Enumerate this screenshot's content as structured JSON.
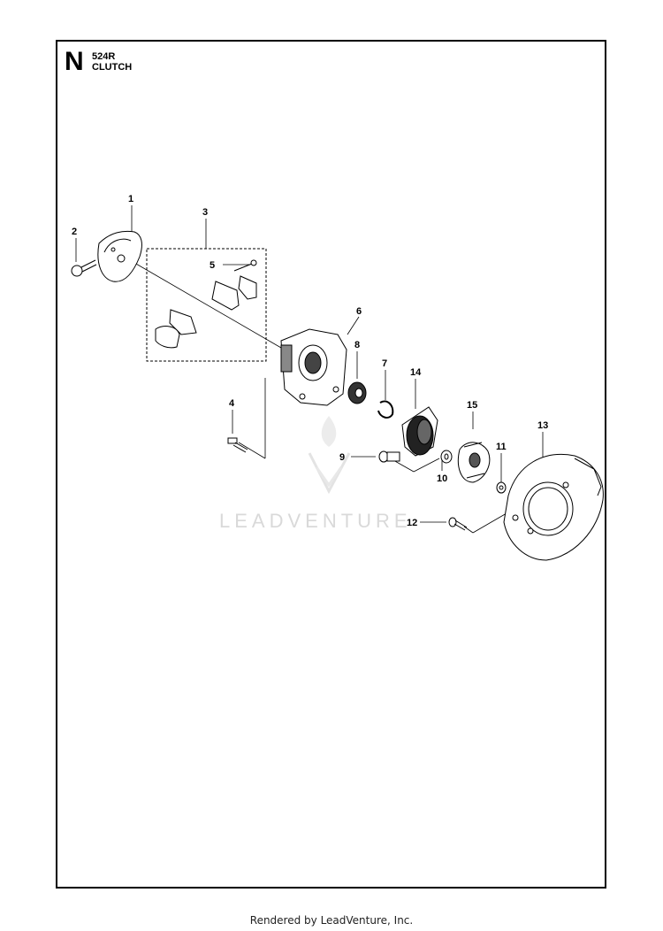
{
  "header": {
    "section_letter": "N",
    "model": "524R",
    "title": "CLUTCH"
  },
  "callouts": [
    "1",
    "2",
    "3",
    "4",
    "5",
    "6",
    "7",
    "8",
    "9",
    "10",
    "11",
    "12",
    "13",
    "14",
    "15"
  ],
  "watermark": {
    "text": "LEADVENTURE",
    "color": "#d9d9d9"
  },
  "footer": {
    "text": "Rendered by LeadVenture, Inc."
  }
}
